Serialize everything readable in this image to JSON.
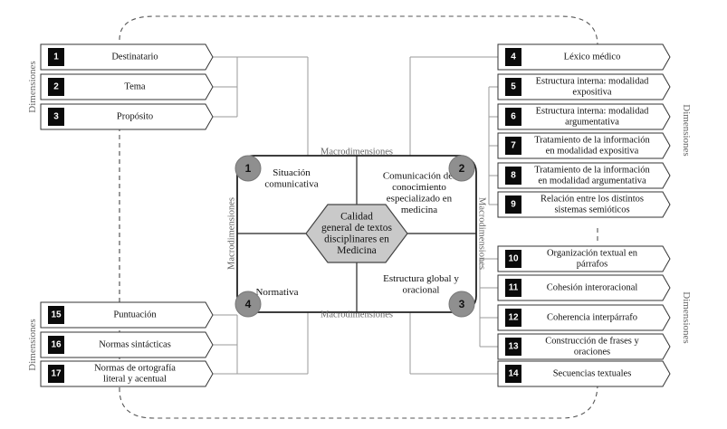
{
  "dimension_label": "Dimensiones",
  "macro_label": "Macrodimensiones",
  "center": {
    "lines": [
      "Calidad",
      "general de textos",
      "disciplinares en",
      "Medicina"
    ]
  },
  "macrodimensions": [
    {
      "number": "1",
      "lines": [
        "Situación",
        "comunicativa"
      ]
    },
    {
      "number": "2",
      "lines": [
        "Comunicación del",
        "conocimiento",
        "especializado en",
        "medicina"
      ]
    },
    {
      "number": "3",
      "lines": [
        "Estructura global y",
        "oracional"
      ]
    },
    {
      "number": "4",
      "lines": [
        "Normativa"
      ]
    }
  ],
  "dimensions": [
    {
      "number": "1",
      "lines": [
        "Destinatario"
      ]
    },
    {
      "number": "2",
      "lines": [
        "Tema"
      ]
    },
    {
      "number": "3",
      "lines": [
        "Propósito"
      ]
    },
    {
      "number": "4",
      "lines": [
        "Léxico médico"
      ]
    },
    {
      "number": "5",
      "lines": [
        "Estructura interna: modalidad",
        "expositiva"
      ]
    },
    {
      "number": "6",
      "lines": [
        "Estructura interna: modalidad",
        "argumentativa"
      ]
    },
    {
      "number": "7",
      "lines": [
        "Tratamiento de la información",
        "en modalidad expositiva"
      ]
    },
    {
      "number": "8",
      "lines": [
        "Tratamiento de la información",
        "en modalidad argumentativa"
      ]
    },
    {
      "number": "9",
      "lines": [
        "Relación entre los distintos",
        "sistemas semióticos"
      ]
    },
    {
      "number": "10",
      "lines": [
        "Organización textual en",
        "párrafos"
      ]
    },
    {
      "number": "11",
      "lines": [
        "Cohesión interoracional"
      ]
    },
    {
      "number": "12",
      "lines": [
        "Coherencia interpárrafo"
      ]
    },
    {
      "number": "13",
      "lines": [
        "Construcción de frases y",
        "oraciones"
      ]
    },
    {
      "number": "14",
      "lines": [
        "Secuencias textuales"
      ]
    },
    {
      "number": "15",
      "lines": [
        "Puntuación"
      ]
    },
    {
      "number": "16",
      "lines": [
        "Normas sintácticas"
      ]
    },
    {
      "number": "17",
      "lines": [
        "Normas de ortografía",
        "literal y acentual"
      ]
    }
  ]
}
